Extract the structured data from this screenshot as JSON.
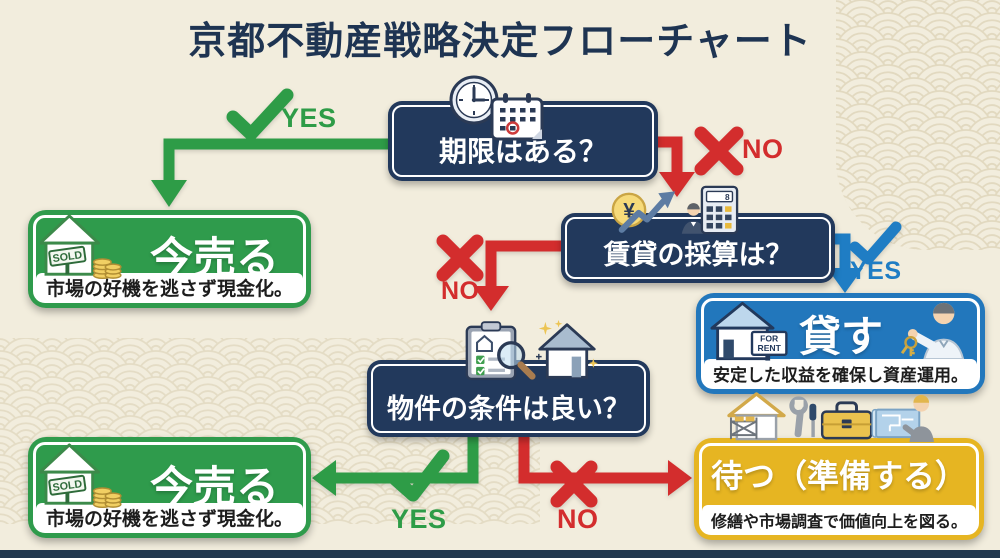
{
  "title": "京都不動産戦略決定フローチャート",
  "labels": {
    "yes": "YES",
    "no": "NO"
  },
  "decisions": [
    {
      "question": "期限はある？"
    },
    {
      "question": "賃貸の採算は？"
    },
    {
      "question": "物件の条件は良い？"
    }
  ],
  "outcomes": {
    "sell_now_top": {
      "title": "今売る",
      "desc": "市場の好機を逃さず現金化。"
    },
    "rent": {
      "title": "貸す",
      "desc": "安定した収益を確保し資産運用。"
    },
    "sell_now_bottom": {
      "title": "今売る",
      "desc": "市場の好機を逃さず現金化。"
    },
    "wait": {
      "title": "待つ（準備する）",
      "desc": "修繕や市場調査で価値向上を図る。"
    }
  },
  "icon_text": {
    "sold": "SOLD",
    "for_rent_line1": "FOR",
    "for_rent_line2": "RENT",
    "yen": "¥",
    "calc_display": "8"
  },
  "colors": {
    "background": "#f2eddd",
    "navy": "#22395c",
    "green": "#2f9b4c",
    "blue": "#2277bc",
    "yellow": "#e6b522",
    "red": "#d32d2d",
    "wave_line": "#d8cdae",
    "bottom_bar": "#22384f"
  }
}
